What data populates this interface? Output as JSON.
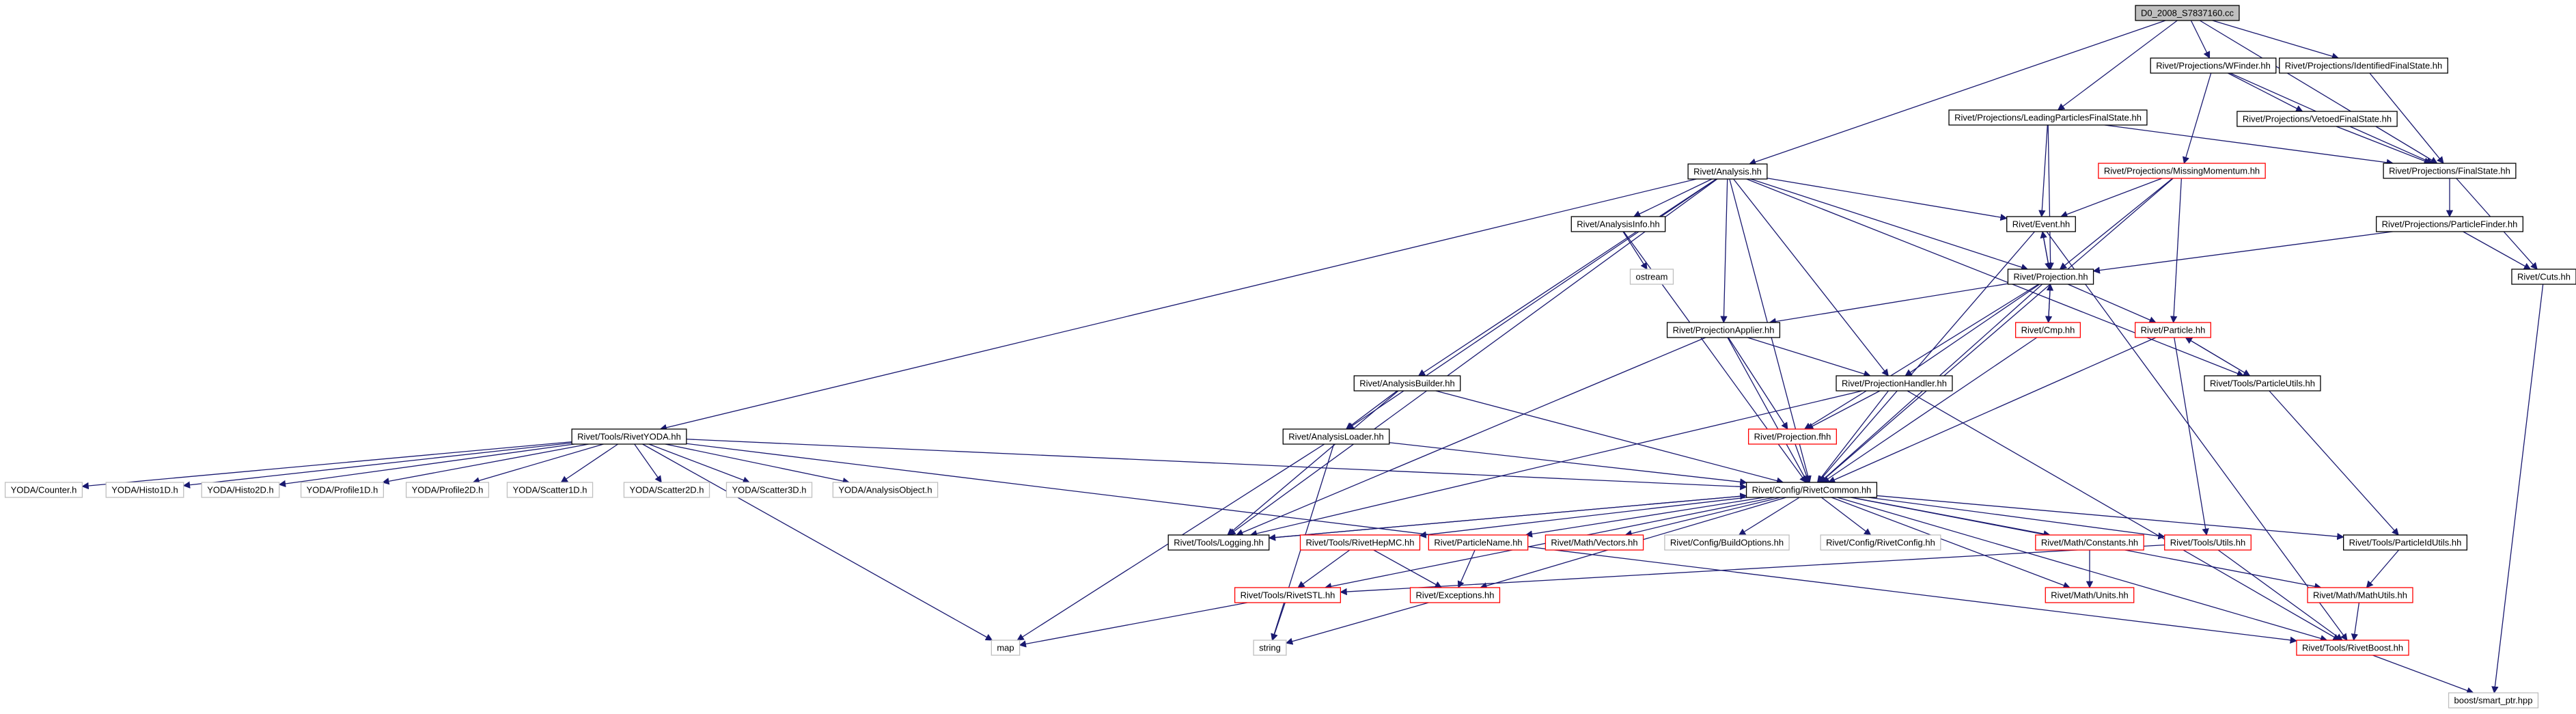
{
  "colors": {
    "edge": "#191970",
    "border_local": "#000000",
    "border_missing": "#ff0000",
    "border_system": "#bfbfbf",
    "fill_root": "#bfbfbf",
    "fill_default": "#ffffff",
    "text": "#000000"
  },
  "nodes": [
    {
      "id": "root",
      "label": "D0_2008_S7837160.cc",
      "kind": "root"
    },
    {
      "id": "wfinder",
      "label": "Rivet/Projections/WFinder.hh",
      "kind": "local"
    },
    {
      "id": "idfs",
      "label": "Rivet/Projections/IdentifiedFinalState.hh",
      "kind": "local"
    },
    {
      "id": "lpfs",
      "label": "Rivet/Projections/LeadingParticlesFinalState.hh",
      "kind": "local"
    },
    {
      "id": "vetofs",
      "label": "Rivet/Projections/VetoedFinalState.hh",
      "kind": "local"
    },
    {
      "id": "missmom",
      "label": "Rivet/Projections/MissingMomentum.hh",
      "kind": "missing"
    },
    {
      "id": "finalstate",
      "label": "Rivet/Projections/FinalState.hh",
      "kind": "local"
    },
    {
      "id": "analysis",
      "label": "Rivet/Analysis.hh",
      "kind": "local"
    },
    {
      "id": "event",
      "label": "Rivet/Event.hh",
      "kind": "local"
    },
    {
      "id": "partfinder",
      "label": "Rivet/Projections/ParticleFinder.hh",
      "kind": "local"
    },
    {
      "id": "analysisinfo",
      "label": "Rivet/AnalysisInfo.hh",
      "kind": "local"
    },
    {
      "id": "projection",
      "label": "Rivet/Projection.hh",
      "kind": "local"
    },
    {
      "id": "cuts",
      "label": "Rivet/Cuts.hh",
      "kind": "local"
    },
    {
      "id": "ostream",
      "label": "ostream",
      "kind": "system"
    },
    {
      "id": "projapplier",
      "label": "Rivet/ProjectionApplier.hh",
      "kind": "local"
    },
    {
      "id": "cmp",
      "label": "Rivet/Cmp.hh",
      "kind": "missing"
    },
    {
      "id": "particle",
      "label": "Rivet/Particle.hh",
      "kind": "missing"
    },
    {
      "id": "analysisbuilder",
      "label": "Rivet/AnalysisBuilder.hh",
      "kind": "local"
    },
    {
      "id": "projhandler",
      "label": "Rivet/ProjectionHandler.hh",
      "kind": "local"
    },
    {
      "id": "particleutils",
      "label": "Rivet/Tools/ParticleUtils.hh",
      "kind": "local"
    },
    {
      "id": "rivetyoda",
      "label": "Rivet/Tools/RivetYODA.hh",
      "kind": "local"
    },
    {
      "id": "analysisloader",
      "label": "Rivet/AnalysisLoader.hh",
      "kind": "local"
    },
    {
      "id": "projfhh",
      "label": "Rivet/Projection.fhh",
      "kind": "missing"
    },
    {
      "id": "counter",
      "label": "YODA/Counter.h",
      "kind": "system"
    },
    {
      "id": "histo1d",
      "label": "YODA/Histo1D.h",
      "kind": "system"
    },
    {
      "id": "histo2d",
      "label": "YODA/Histo2D.h",
      "kind": "system"
    },
    {
      "id": "profile1d",
      "label": "YODA/Profile1D.h",
      "kind": "system"
    },
    {
      "id": "profile2d",
      "label": "YODA/Profile2D.h",
      "kind": "system"
    },
    {
      "id": "scatter1d",
      "label": "YODA/Scatter1D.h",
      "kind": "system"
    },
    {
      "id": "scatter2d",
      "label": "YODA/Scatter2D.h",
      "kind": "system"
    },
    {
      "id": "scatter3d",
      "label": "YODA/Scatter3D.h",
      "kind": "system"
    },
    {
      "id": "analysisobject",
      "label": "YODA/AnalysisObject.h",
      "kind": "system"
    },
    {
      "id": "rivetcommon",
      "label": "Rivet/Config/RivetCommon.hh",
      "kind": "local"
    },
    {
      "id": "logging",
      "label": "Rivet/Tools/Logging.hh",
      "kind": "local"
    },
    {
      "id": "hepmc",
      "label": "Rivet/Tools/RivetHepMC.hh",
      "kind": "missing"
    },
    {
      "id": "particlename",
      "label": "Rivet/ParticleName.hh",
      "kind": "missing"
    },
    {
      "id": "vectors",
      "label": "Rivet/Math/Vectors.hh",
      "kind": "missing"
    },
    {
      "id": "buildoptions",
      "label": "Rivet/Config/BuildOptions.hh",
      "kind": "system"
    },
    {
      "id": "rivetconfig",
      "label": "Rivet/Config/RivetConfig.hh",
      "kind": "system"
    },
    {
      "id": "constants",
      "label": "Rivet/Math/Constants.hh",
      "kind": "missing"
    },
    {
      "id": "utils",
      "label": "Rivet/Tools/Utils.hh",
      "kind": "missing"
    },
    {
      "id": "particleidutils",
      "label": "Rivet/Tools/ParticleIdUtils.hh",
      "kind": "local"
    },
    {
      "id": "rivetstl",
      "label": "Rivet/Tools/RivetSTL.hh",
      "kind": "missing"
    },
    {
      "id": "exceptions",
      "label": "Rivet/Exceptions.hh",
      "kind": "missing"
    },
    {
      "id": "units",
      "label": "Rivet/Math/Units.hh",
      "kind": "missing"
    },
    {
      "id": "mathutils",
      "label": "Rivet/Math/MathUtils.hh",
      "kind": "missing"
    },
    {
      "id": "map",
      "label": "map",
      "kind": "system"
    },
    {
      "id": "string",
      "label": "string",
      "kind": "system"
    },
    {
      "id": "rivetboost",
      "label": "Rivet/Tools/RivetBoost.hh",
      "kind": "missing"
    },
    {
      "id": "smartptr",
      "label": "boost/smart_ptr.hpp",
      "kind": "system"
    }
  ],
  "edges": [
    [
      "root",
      "analysis"
    ],
    [
      "root",
      "lpfs"
    ],
    [
      "root",
      "wfinder"
    ],
    [
      "root",
      "idfs"
    ],
    [
      "root",
      "finalstate"
    ],
    [
      "wfinder",
      "missmom"
    ],
    [
      "wfinder",
      "vetofs"
    ],
    [
      "wfinder",
      "finalstate"
    ],
    [
      "idfs",
      "finalstate"
    ],
    [
      "lpfs",
      "finalstate"
    ],
    [
      "lpfs",
      "event"
    ],
    [
      "lpfs",
      "projection"
    ],
    [
      "vetofs",
      "finalstate"
    ],
    [
      "missmom",
      "event"
    ],
    [
      "missmom",
      "projection"
    ],
    [
      "missmom",
      "particle"
    ],
    [
      "missmom",
      "rivetcommon"
    ],
    [
      "finalstate",
      "partfinder"
    ],
    [
      "finalstate",
      "cuts"
    ],
    [
      "partfinder",
      "projection"
    ],
    [
      "partfinder",
      "cuts"
    ],
    [
      "cuts",
      "smartptr"
    ],
    [
      "analysis",
      "rivetyoda"
    ],
    [
      "analysis",
      "analysisbuilder"
    ],
    [
      "analysis",
      "analysisloader"
    ],
    [
      "analysis",
      "analysisinfo"
    ],
    [
      "analysis",
      "logging"
    ],
    [
      "analysis",
      "rivetcommon"
    ],
    [
      "analysis",
      "projapplier"
    ],
    [
      "analysis",
      "projhandler"
    ],
    [
      "analysis",
      "projection"
    ],
    [
      "analysis",
      "event"
    ],
    [
      "analysis",
      "particleutils"
    ],
    [
      "event",
      "projection"
    ],
    [
      "event",
      "rivetcommon"
    ],
    [
      "event",
      "rivetboost"
    ],
    [
      "projection",
      "event"
    ],
    [
      "projection",
      "projapplier"
    ],
    [
      "projection",
      "projhandler"
    ],
    [
      "projection",
      "projfhh"
    ],
    [
      "projection",
      "cmp"
    ],
    [
      "projection",
      "particle"
    ],
    [
      "projection",
      "rivetcommon"
    ],
    [
      "cmp",
      "projection"
    ],
    [
      "cmp",
      "rivetcommon"
    ],
    [
      "analysisinfo",
      "ostream"
    ],
    [
      "analysisinfo",
      "rivetcommon"
    ],
    [
      "projapplier",
      "projhandler"
    ],
    [
      "projapplier",
      "projfhh"
    ],
    [
      "projapplier",
      "rivetcommon"
    ],
    [
      "projapplier",
      "logging"
    ],
    [
      "projhandler",
      "projfhh"
    ],
    [
      "projhandler",
      "rivetcommon"
    ],
    [
      "projhandler",
      "logging"
    ],
    [
      "projhandler",
      "rivetboost"
    ],
    [
      "projfhh",
      "rivetcommon"
    ],
    [
      "particle",
      "particleutils"
    ],
    [
      "particle",
      "rivetcommon"
    ],
    [
      "particle",
      "utils"
    ],
    [
      "particleutils",
      "particle"
    ],
    [
      "particleutils",
      "particleidutils"
    ],
    [
      "analysisbuilder",
      "analysisloader"
    ],
    [
      "analysisbuilder",
      "rivetcommon"
    ],
    [
      "analysisbuilder",
      "logging"
    ],
    [
      "analysisloader",
      "rivetcommon"
    ],
    [
      "analysisloader",
      "map"
    ],
    [
      "analysisloader",
      "string"
    ],
    [
      "rivetyoda",
      "counter"
    ],
    [
      "rivetyoda",
      "histo1d"
    ],
    [
      "rivetyoda",
      "histo2d"
    ],
    [
      "rivetyoda",
      "profile1d"
    ],
    [
      "rivetyoda",
      "profile2d"
    ],
    [
      "rivetyoda",
      "scatter1d"
    ],
    [
      "rivetyoda",
      "scatter2d"
    ],
    [
      "rivetyoda",
      "scatter3d"
    ],
    [
      "rivetyoda",
      "analysisobject"
    ],
    [
      "rivetyoda",
      "rivetcommon"
    ],
    [
      "rivetyoda",
      "map"
    ],
    [
      "rivetyoda",
      "rivetboost"
    ],
    [
      "rivetcommon",
      "logging"
    ],
    [
      "rivetcommon",
      "rivetstl"
    ],
    [
      "rivetcommon",
      "hepmc"
    ],
    [
      "rivetcommon",
      "particlename"
    ],
    [
      "rivetcommon",
      "exceptions"
    ],
    [
      "rivetcommon",
      "vectors"
    ],
    [
      "rivetcommon",
      "buildoptions"
    ],
    [
      "rivetcommon",
      "rivetconfig"
    ],
    [
      "rivetcommon",
      "constants"
    ],
    [
      "rivetcommon",
      "units"
    ],
    [
      "rivetcommon",
      "utils"
    ],
    [
      "rivetcommon",
      "particleidutils"
    ],
    [
      "rivetcommon",
      "mathutils"
    ],
    [
      "rivetcommon",
      "rivetboost"
    ],
    [
      "logging",
      "rivetcommon"
    ],
    [
      "hepmc",
      "rivetstl"
    ],
    [
      "hepmc",
      "exceptions"
    ],
    [
      "particlename",
      "exceptions"
    ],
    [
      "constants",
      "units"
    ],
    [
      "utils",
      "rivetstl"
    ],
    [
      "utils",
      "rivetboost"
    ],
    [
      "particleidutils",
      "mathutils"
    ],
    [
      "mathutils",
      "rivetboost"
    ],
    [
      "rivetstl",
      "map"
    ],
    [
      "rivetstl",
      "string"
    ],
    [
      "exceptions",
      "string"
    ],
    [
      "rivetboost",
      "smartptr"
    ]
  ]
}
